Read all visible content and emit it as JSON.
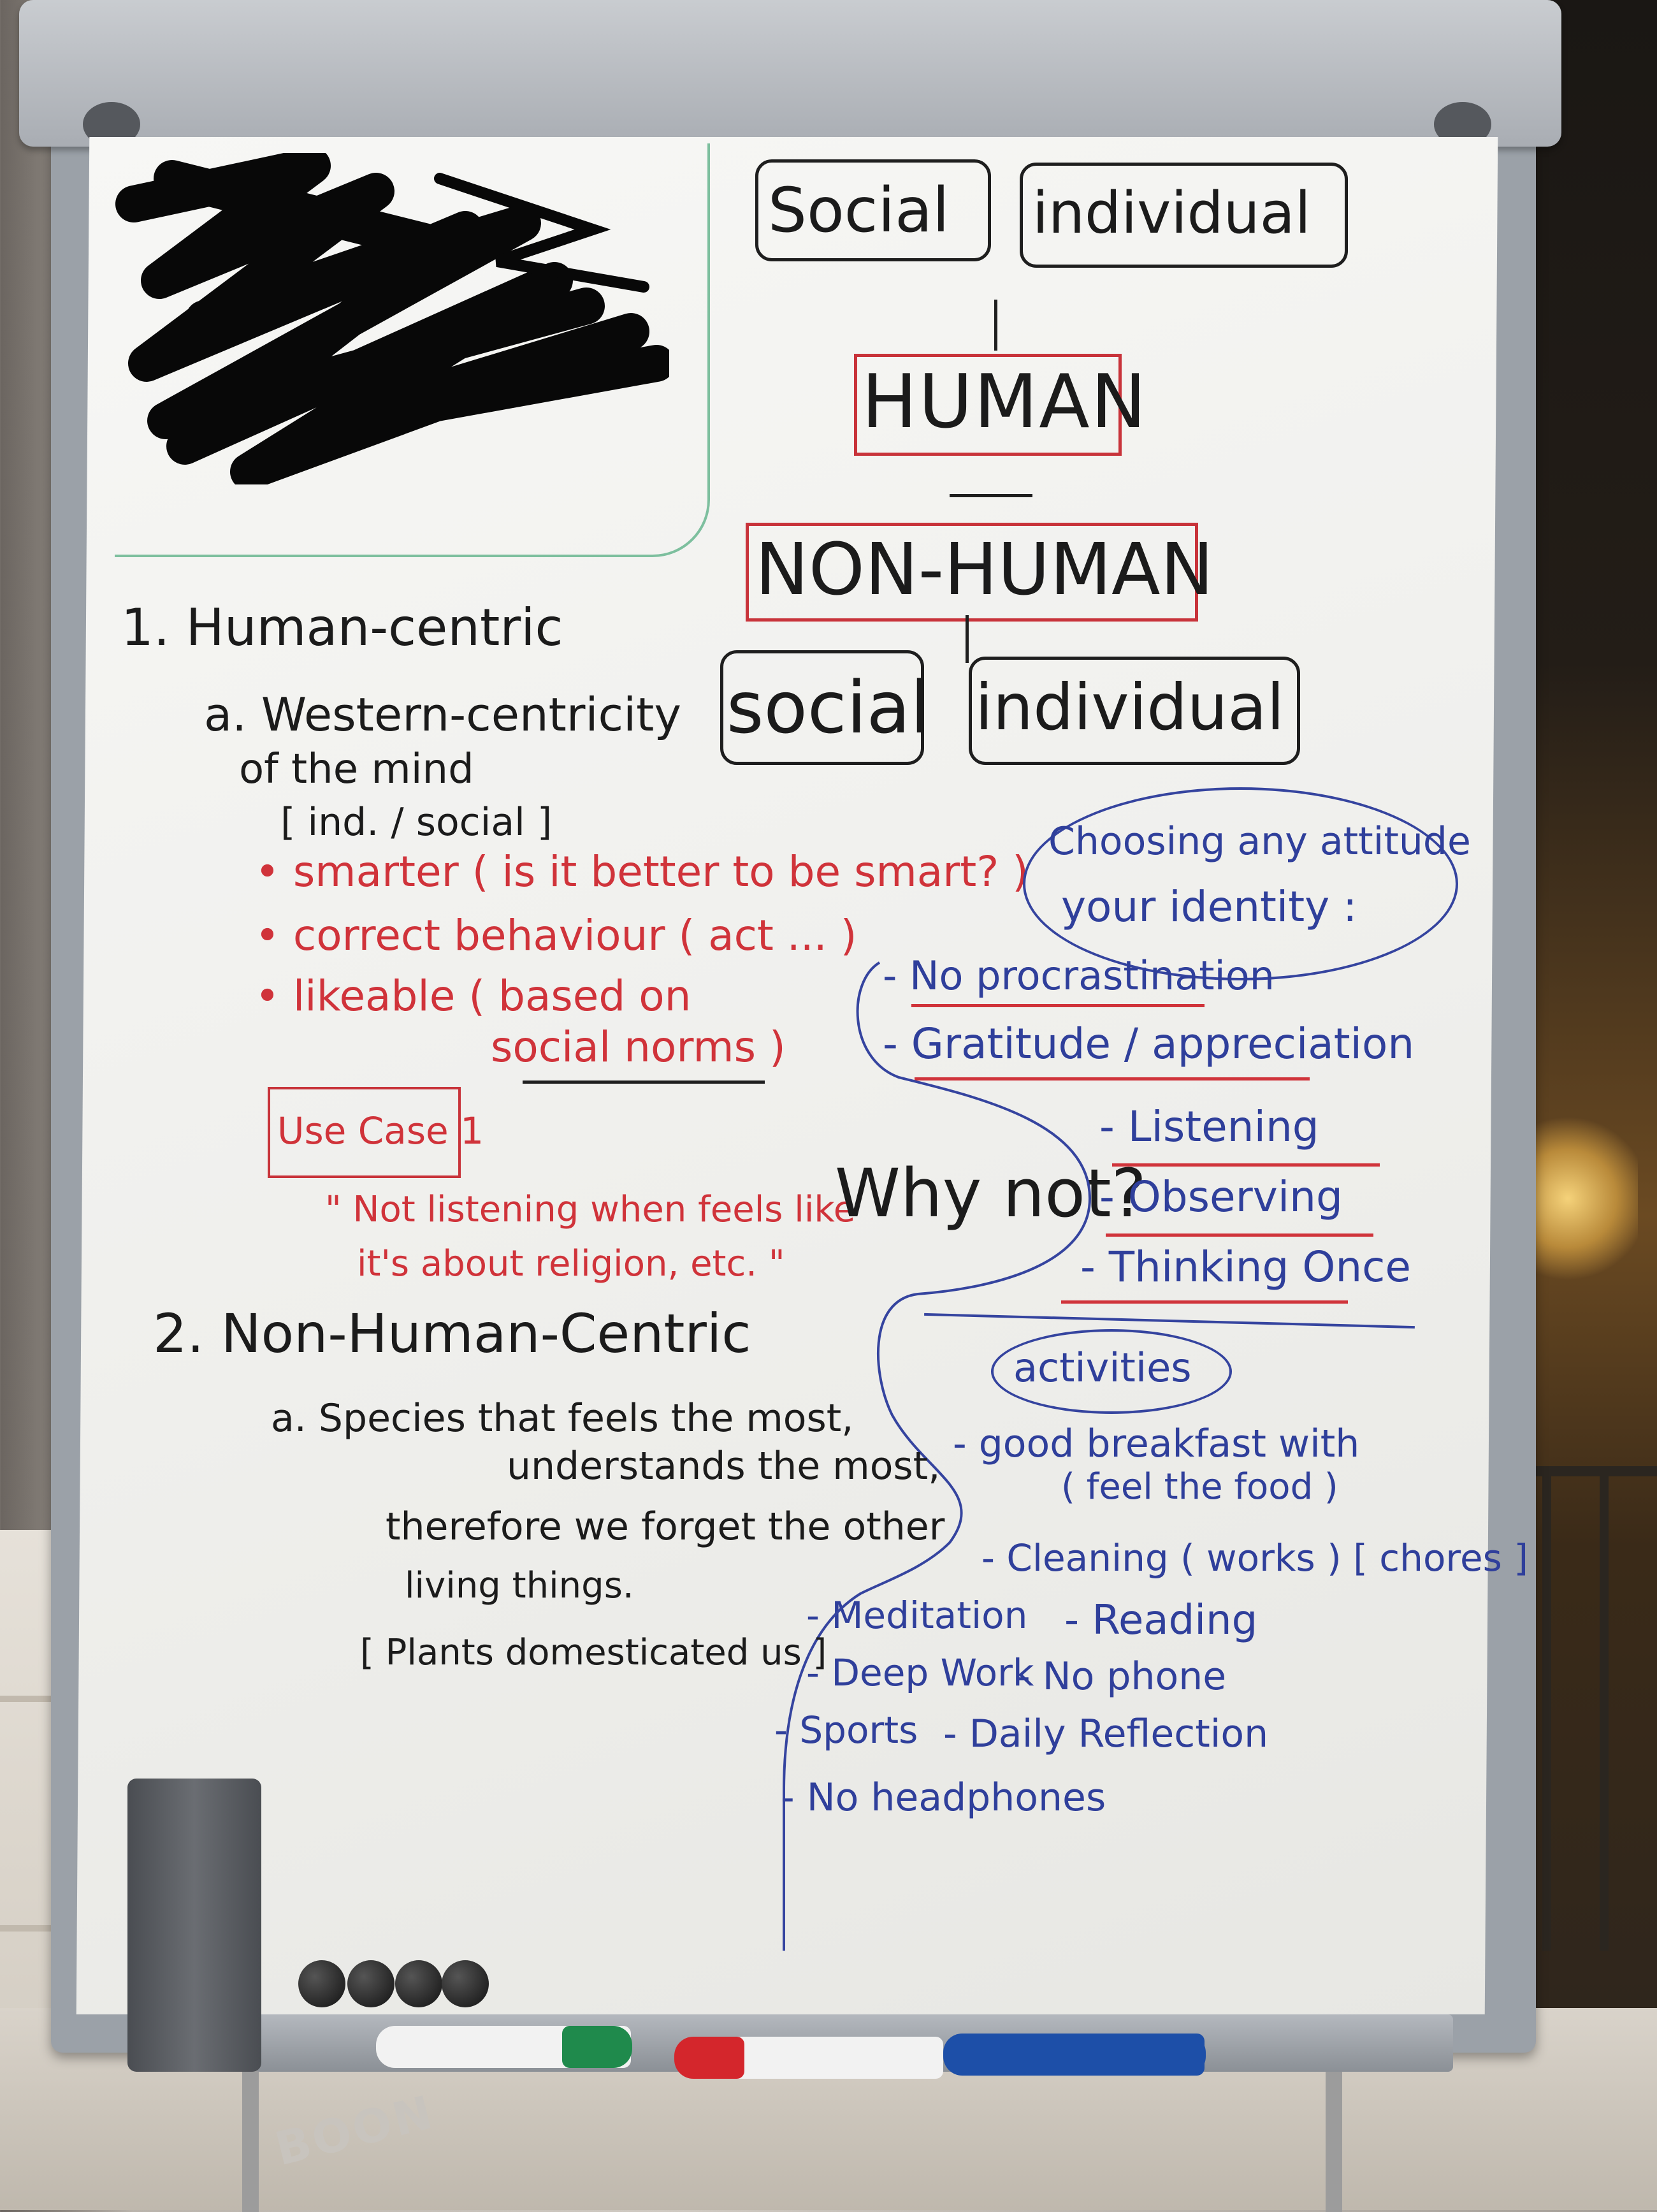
{
  "whiteboard": {
    "diagram": {
      "top_left_box": "Social",
      "top_right_box": "individual",
      "center_top_box": "HUMAN",
      "center_bottom_box": "NON-HUMAN",
      "bottom_left_box": "social",
      "bottom_right_box": "individual"
    },
    "section1": {
      "heading": "1. Human-centric",
      "sub_a_line1": "a. Western-centricity",
      "sub_a_line2": "of the mind",
      "bracket": "[ ind. / social ]",
      "red_items": [
        "• smarter ( is it better to be smart? )",
        "• correct behaviour ( act ... )",
        "• likeable ( based on",
        "social norms )"
      ],
      "use_case_label": "Use Case 1",
      "use_case_quote_line1": "\" Not listening when feels like",
      "use_case_quote_line2": "it's about religion, etc. \""
    },
    "why_not": "Why not?",
    "blue_section": {
      "bubble_line1": "Choosing any attitude",
      "bubble_line2": "your identity :",
      "items": [
        "- No procrastination",
        "- Gratitude / appreciation",
        "- Listening",
        "- Observing",
        "- Thinking Once"
      ],
      "activities_label": "activities",
      "activities": [
        "- good breakfast with",
        "( feel the food )",
        "- Cleaning ( works ) [ chores ]",
        "- Meditation",
        "- Reading",
        "- Deep Work",
        "- No phone",
        "- Sports",
        "- Daily Reflection",
        "- No headphones"
      ]
    },
    "section2": {
      "heading": "2. Non-Human-Centric",
      "line1": "a. Species that feels the most,",
      "line2": "understands the most,",
      "line3": "therefore we forget the other",
      "line4": "living things.",
      "bracket": "[ Plants domesticated us ]"
    }
  },
  "marker_brand": "BOON",
  "colors": {
    "black_ink": "#1b1b1b",
    "red_ink": "#d0333a",
    "blue_ink": "#2f3f9b",
    "green_marker": "#1f8a4c",
    "red_marker": "#d4262c",
    "blue_marker": "#1d4fa8"
  }
}
